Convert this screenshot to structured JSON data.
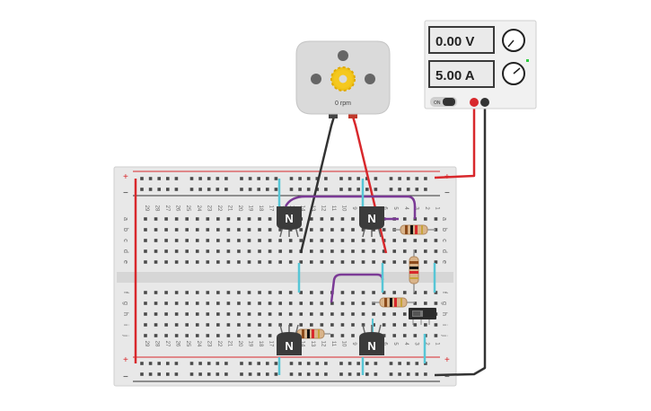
{
  "motor": {
    "speed_label": "0 rpm"
  },
  "power_supply": {
    "voltage_display": "0.00 V",
    "current_display": "5.00 A",
    "power_switch_label": "ON"
  },
  "breadboard": {
    "rail_plus": "+",
    "rail_minus": "−",
    "column_numbers": [
      "29",
      "28",
      "27",
      "26",
      "25",
      "24",
      "23",
      "22",
      "21",
      "20",
      "19",
      "18",
      "17",
      "16",
      "15",
      "14",
      "13",
      "12",
      "11",
      "10",
      "9",
      "8",
      "7",
      "6",
      "5",
      "4",
      "3",
      "2",
      "1"
    ],
    "row_letters_top": [
      "a",
      "b",
      "c",
      "d",
      "e"
    ],
    "row_letters_bottom": [
      "f",
      "g",
      "h",
      "i",
      "j"
    ]
  },
  "transistors": [
    {
      "label": "N"
    },
    {
      "label": "N"
    },
    {
      "label": "N"
    },
    {
      "label": "N"
    }
  ],
  "colors": {
    "wire_red": "#d8282c",
    "wire_black": "#333333",
    "wire_purple": "#7b3a96",
    "wire_cyan": "#57c6d6",
    "transistor_body": "#3b3b3b",
    "resistor_body": "#d9b48a"
  }
}
